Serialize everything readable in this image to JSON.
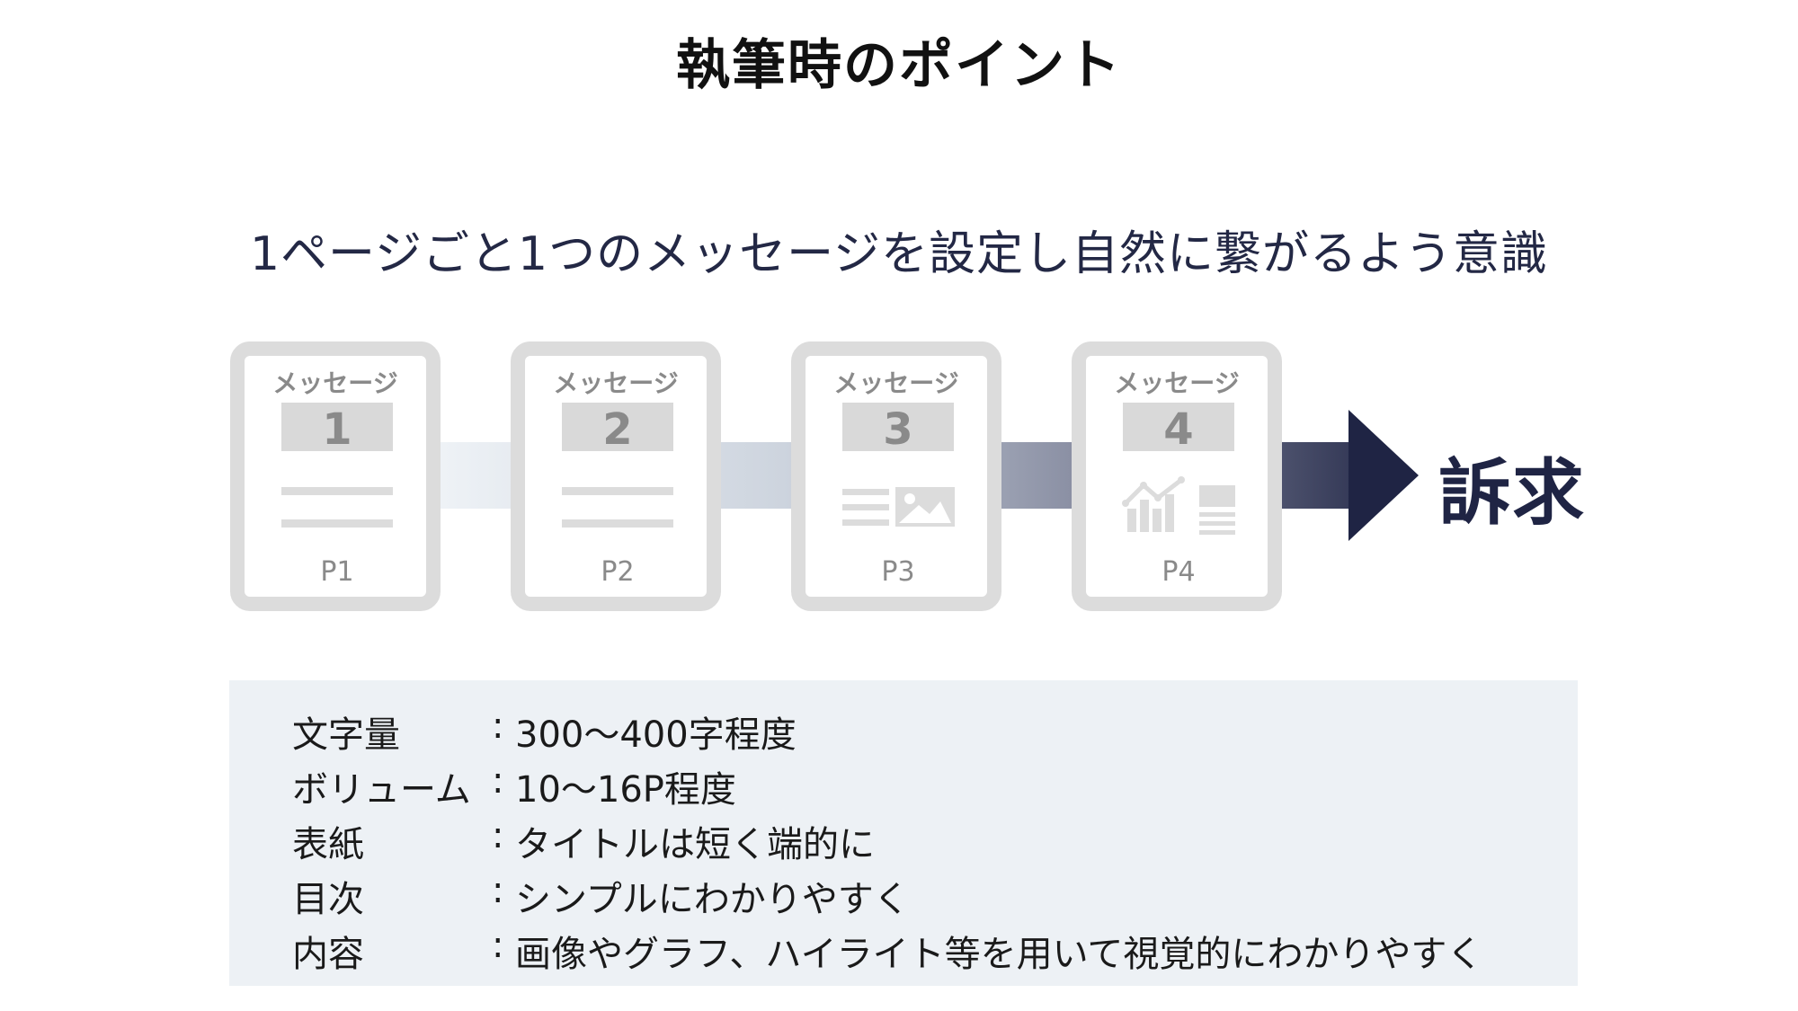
{
  "title": "執筆時のポイント",
  "subtitle": "1ページごと1つのメッセージを設定し自然に繋がるよう意識",
  "cards": [
    {
      "header": "メッセージ",
      "number": "1",
      "page": "P1",
      "icon": "text-lines-icon"
    },
    {
      "header": "メッセージ",
      "number": "2",
      "page": "P2",
      "icon": "text-lines-icon"
    },
    {
      "header": "メッセージ",
      "number": "3",
      "page": "P3",
      "icon": "text-image-icon"
    },
    {
      "header": "メッセージ",
      "number": "4",
      "page": "P4",
      "icon": "chart-text-icon"
    }
  ],
  "appeal": "訴求",
  "points": [
    {
      "key": "文字量",
      "colon": ":",
      "value": "300〜400字程度"
    },
    {
      "key": "ボリューム",
      "colon": ":",
      "value": "10〜16P程度"
    },
    {
      "key": "表紙",
      "colon": ":",
      "value": "タイトルは短く端的に"
    },
    {
      "key": "目次",
      "colon": ":",
      "value": "シンプルにわかりやすく"
    },
    {
      "key": "内容",
      "colon": ":",
      "value": "画像やグラフ、ハイライト等を用いて視覚的にわかりやすく"
    }
  ],
  "colors": {
    "title": "#111111",
    "subtitle": "#232845",
    "card_border": "#dcdcdc",
    "card_text": "#8a8a8a",
    "number_bg": "#d9d9d9",
    "arrow_start": "#e8edf3",
    "arrow_end": "#1f2444",
    "info_bg": "#edf1f5"
  }
}
